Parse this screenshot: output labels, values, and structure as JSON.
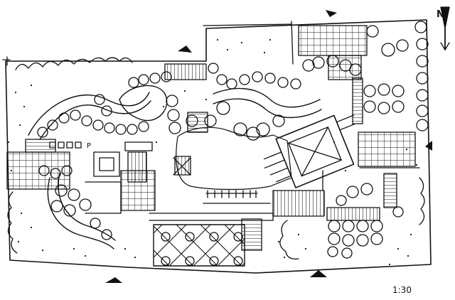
{
  "sheet": {
    "north_label": "N",
    "sheet_number": "1:30"
  },
  "bench_row": {
    "label": "P"
  },
  "colors": {
    "ink": "#111111",
    "paper": "#ffffff"
  }
}
